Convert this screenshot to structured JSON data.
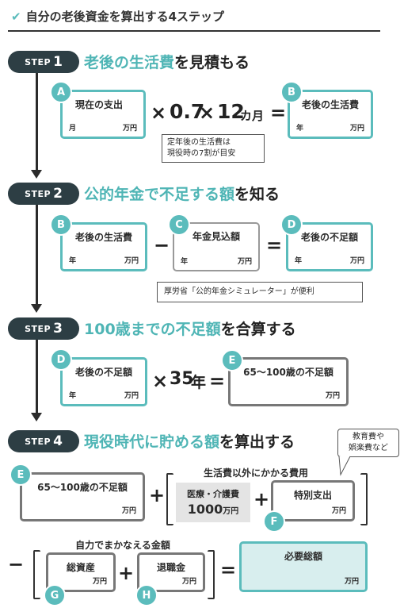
{
  "title": {
    "check": "✔",
    "text": "自分の老後資金を算出する4ステップ"
  },
  "steps": [
    {
      "label": "STEP",
      "num": "1",
      "heading_hl": "老後の生活費",
      "heading_rest": "を見積もる"
    },
    {
      "label": "STEP",
      "num": "2",
      "heading_hl": "公的年金で不足する額",
      "heading_rest": "を知る"
    },
    {
      "label": "STEP",
      "num": "3",
      "heading_hl": "100歳までの不足額",
      "heading_rest": "を合算する"
    },
    {
      "label": "STEP",
      "num": "4",
      "heading_hl": "現役時代に貯める額",
      "heading_rest": "を算出する"
    }
  ],
  "step1": {
    "box_a": {
      "badge": "A",
      "title": "現在の支出",
      "unit_left": "月",
      "unit_right": "万円"
    },
    "times1": "×",
    "factor": "0.7",
    "times2": "×",
    "months": "12",
    "months_unit": "カ月",
    "equals": "=",
    "box_b": {
      "badge": "B",
      "title": "老後の生活費",
      "unit_left": "年",
      "unit_right": "万円"
    },
    "note_line1": "定年後の生活費は",
    "note_line2": "現役時の7割が目安"
  },
  "step2": {
    "box_b": {
      "badge": "B",
      "title": "老後の生活費",
      "unit_left": "年",
      "unit_right": "万円"
    },
    "minus": "−",
    "box_c": {
      "badge": "C",
      "title": "年金見込額",
      "unit_left": "年",
      "unit_right": "万円"
    },
    "equals": "=",
    "box_d": {
      "badge": "D",
      "title": "老後の不足額",
      "unit_left": "年",
      "unit_right": "万円"
    },
    "note": "厚労省「公的年金シミュレーター」が便利"
  },
  "step3": {
    "box_d": {
      "badge": "D",
      "title": "老後の不足額",
      "unit_left": "年",
      "unit_right": "万円"
    },
    "times": "×",
    "years": "35",
    "years_unit": "年",
    "equals": "=",
    "box_e": {
      "badge": "E",
      "title": "65〜100歳の不足額",
      "unit_right": "万円"
    }
  },
  "step4": {
    "box_e": {
      "badge": "E",
      "title": "65〜100歳の不足額",
      "unit_right": "万円"
    },
    "plus1": "+",
    "group1_label": "生活費以外にかかる費用",
    "medical_title": "医療・介護費",
    "medical_value": "1000",
    "medical_unit": "万円",
    "plus2": "+",
    "box_f": {
      "badge": "F",
      "title": "特別支出",
      "unit_right": "万円"
    },
    "bubble_line1": "教育費や",
    "bubble_line2": "娯楽費など",
    "minus": "−",
    "group2_label": "自力でまかなえる金額",
    "box_g": {
      "badge": "G",
      "title": "総資産",
      "unit_right": "万円"
    },
    "plus3": "+",
    "box_h": {
      "badge": "H",
      "title": "退職金",
      "unit_right": "万円"
    },
    "equals": "=",
    "result": {
      "title": "必要総額",
      "unit_right": "万円"
    }
  }
}
